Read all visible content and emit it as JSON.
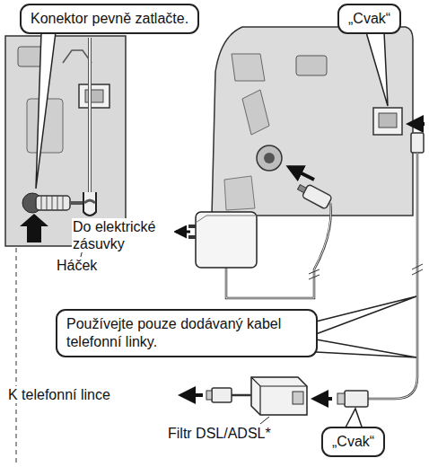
{
  "diagram": {
    "nodes": [
      {
        "text": [
          "Konektor pevně zatlačte."
        ]
      },
      {
        "text": [
          "„Cvak“"
        ]
      },
      {
        "text": [
          "Používejte pouze dodávaný kabel telefonní linky."
        ]
      },
      {
        "text": [
          "„Cvak“"
        ]
      }
    ],
    "labels": [
      "Háček",
      "Do elektrické zásuvky",
      "K telefonní lince",
      "Filtr DSL/ADSL*"
    ]
  }
}
